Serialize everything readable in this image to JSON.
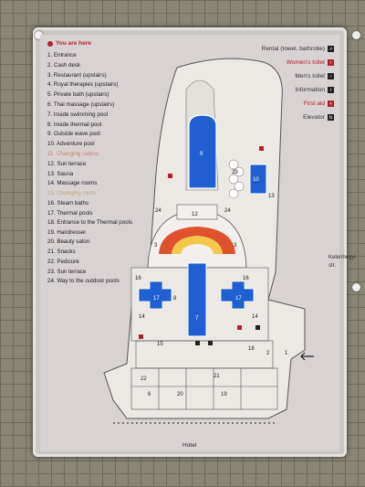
{
  "you_are_here": "You are here",
  "legend": [
    "1. Entrance",
    "2. Cash desk",
    "3. Restaurant (upstairs)",
    "4. Royal therapies (upstairs)",
    "5. Private bath (upstairs)",
    "6. Thai massage (upstairs)",
    "7. Inside swimming pool",
    "8. Inside thermal pool",
    "9. Outside wave pool",
    "10. Adventure pool",
    "11. Changing cabins",
    "12. Sun terrace",
    "13. Sauna",
    "14. Massage rooms",
    "15. Changing room",
    "16. Steam baths",
    "17. Thermal pools",
    "18. Entrance to the Thermal pools",
    "19. Hairdresser",
    "20. Beauty salon",
    "21. Snacks",
    "22. Pedicure",
    "23. Sun terrace",
    "24. Way to the outdoor pools"
  ],
  "services": [
    {
      "label": "Rental (towel, bathrobe)",
      "icon": "rental-icon",
      "glyph": "↗"
    },
    {
      "label": "Women's toilet",
      "icon": "womens-toilet-icon",
      "glyph": "♀"
    },
    {
      "label": "Men's toilet",
      "icon": "mens-toilet-icon",
      "glyph": "♂"
    },
    {
      "label": "Information",
      "icon": "information-icon",
      "glyph": "i"
    },
    {
      "label": "First aid",
      "icon": "first-aid-icon",
      "glyph": "+"
    },
    {
      "label": "Elevator",
      "icon": "elevator-icon",
      "glyph": "⇅"
    }
  ],
  "map_labels": {
    "n9": "9",
    "n23": "23",
    "n10": "10",
    "n13": "13",
    "n24a": "24",
    "n12": "12",
    "n24b": "24",
    "n3a": "3",
    "n3b": "3",
    "n16a": "16",
    "n16b": "16",
    "n17a": "17",
    "n7": "7",
    "n8": "8",
    "n17b": "17",
    "n14a": "14",
    "n14b": "14",
    "n15": "15",
    "n18": "18",
    "n2": "2",
    "n1": "1",
    "n22": "22",
    "n21": "21",
    "n19": "19",
    "n20": "20",
    "n6": "6"
  },
  "street": "Kelenhegyi str.",
  "hotel": "Hotel",
  "colors": {
    "poster_bg": "#d8d2d3",
    "pool_blue": "#1f5fd0",
    "accent_red": "#b3222b",
    "building_fill": "#ece9e5",
    "outline": "#555555"
  }
}
